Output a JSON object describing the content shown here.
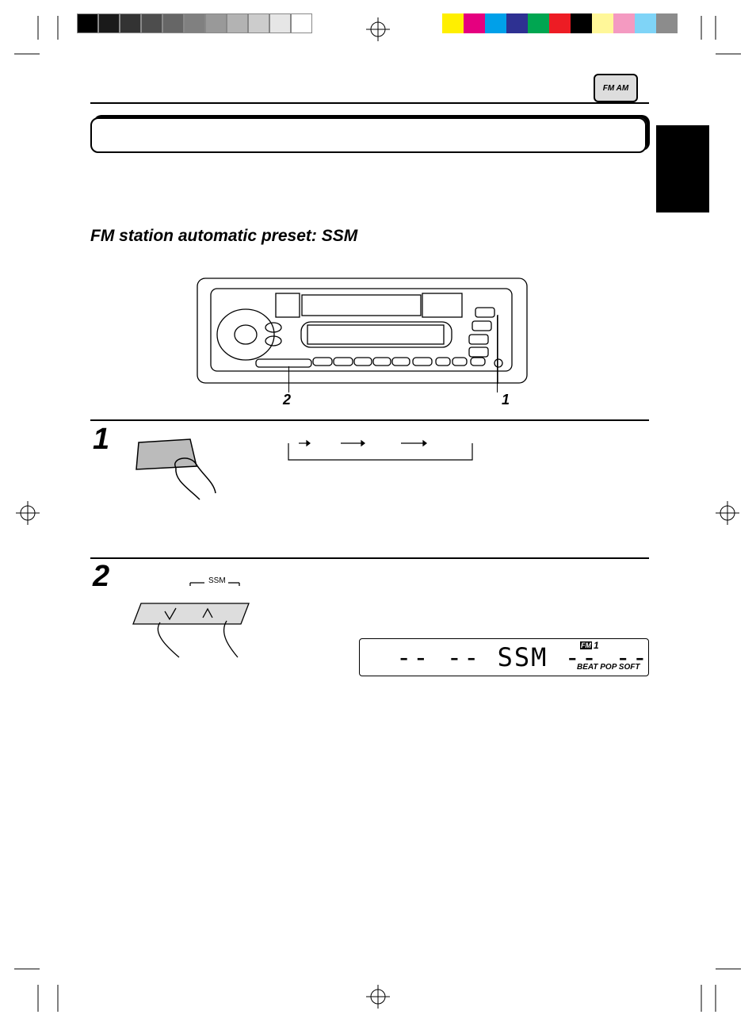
{
  "page": {
    "gray_swatches": [
      "#000000",
      "#1a1a1a",
      "#333333",
      "#4d4d4d",
      "#666666",
      "#808080",
      "#999999",
      "#b3b3b3",
      "#cccccc",
      "#e6e6e6",
      "#ffffff"
    ],
    "color_swatches": [
      "#ffef00",
      "#e5007f",
      "#00a0e9",
      "#2e3192",
      "#00a651",
      "#ed1c24",
      "#000000",
      "#fff799",
      "#f49ac1",
      "#7fd4f7",
      "#8c8c8c"
    ],
    "badge_text": "FM AM",
    "section_heading": "FM station automatic preset: SSM",
    "callout_left": "2",
    "callout_right": "1",
    "step1_number": "1",
    "step2_number": "2",
    "ssm_label": "SSM",
    "display": {
      "main_text": "-- -- SSM -- --",
      "band": "FM",
      "band_number": "1",
      "modes": "BEAT POP SOFT"
    },
    "tab_color": "#000000"
  }
}
